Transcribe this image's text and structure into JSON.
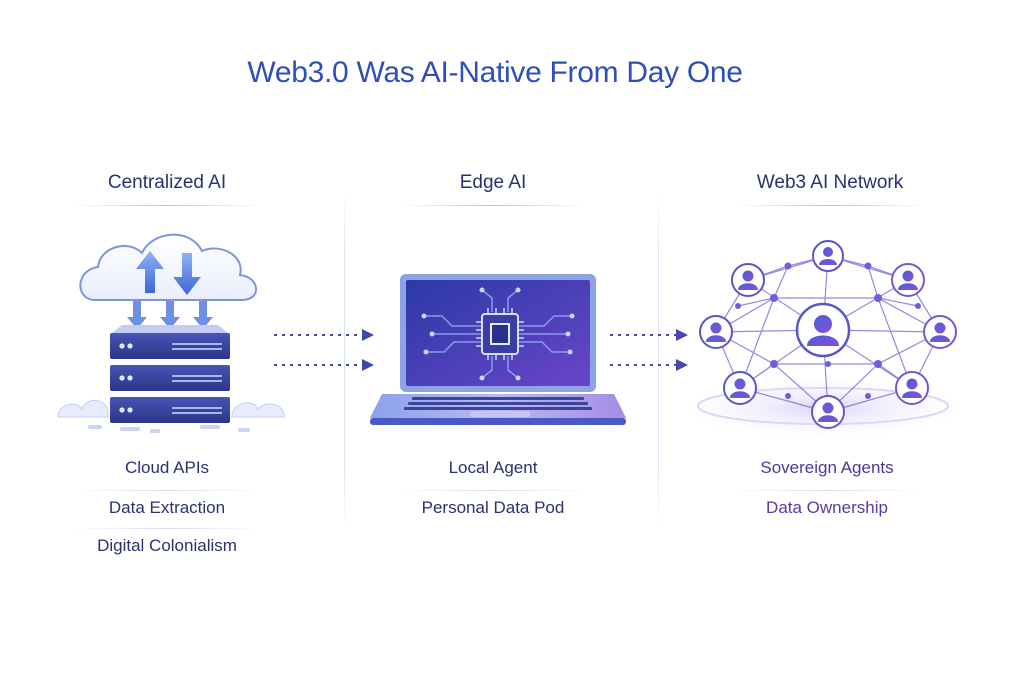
{
  "title": "Web3.0 Was AI-Native From Day One",
  "columns": [
    {
      "heading": "Centralized AI",
      "icon": "cloud-server-icon",
      "captions": [
        "Cloud APIs",
        "Data Extraction",
        "Digital Colonialism"
      ]
    },
    {
      "heading": "Edge AI",
      "icon": "laptop-chip-icon",
      "captions": [
        "Local Agent",
        "Personal Data Pod"
      ]
    },
    {
      "heading": "Web3 AI Network",
      "icon": "mesh-network-icon",
      "captions": [
        "Sovereign Agents",
        "Data Ownership"
      ]
    }
  ],
  "colors": {
    "title": "#2f4fb8",
    "heading": "#2b3170",
    "accent_blue": "#3d5bd6",
    "accent_purple": "#8a4fd8"
  }
}
